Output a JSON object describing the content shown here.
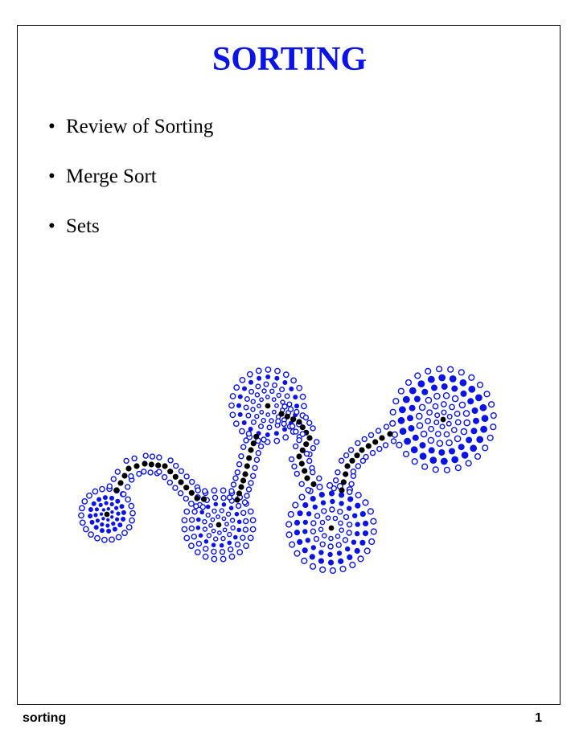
{
  "slide": {
    "title": "SORTING",
    "bullets": [
      "Review of Sorting",
      "Merge Sort",
      "Sets"
    ],
    "bullet_marker": "•"
  },
  "footer": {
    "left": "sorting",
    "page_number": "1"
  },
  "colors": {
    "title": "#0a14e6",
    "dots_blue": "#0a14e6",
    "dots_black": "#000000"
  }
}
